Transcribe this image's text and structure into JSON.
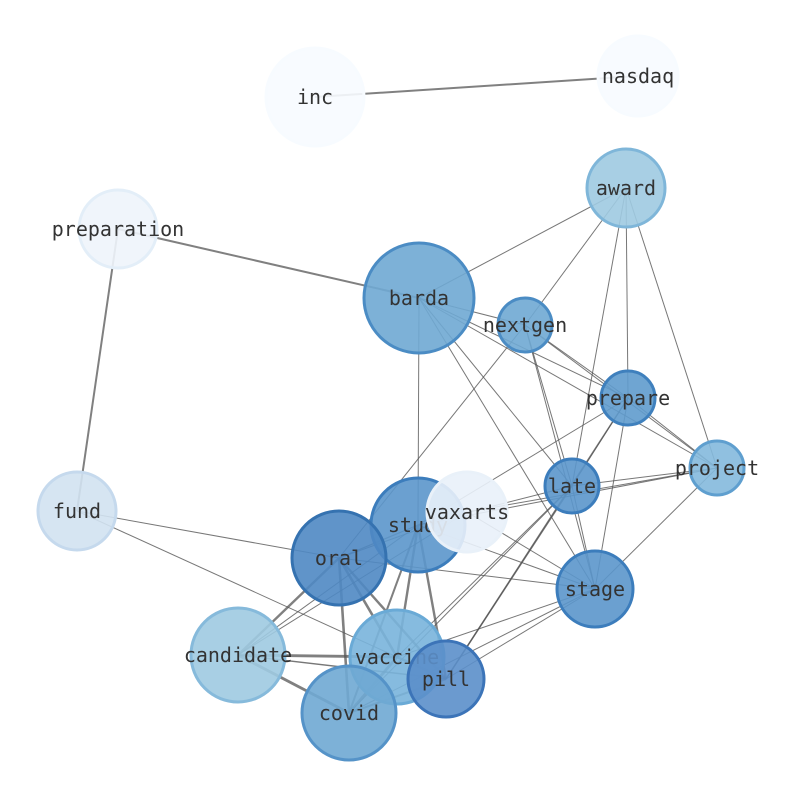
{
  "nodes": [
    {
      "id": "inc",
      "label": "inc",
      "fill": "#f7fbff",
      "stroke": "#f7fbff"
    },
    {
      "id": "nasdaq",
      "label": "nasdaq",
      "fill": "#f7fbff",
      "stroke": "#f7fbff"
    },
    {
      "id": "award",
      "label": "award",
      "fill": "#9ecae1",
      "stroke": "#7fb6d9"
    },
    {
      "id": "preparation",
      "label": "preparation",
      "fill": "#eef4fb",
      "stroke": "#e3eef8"
    },
    {
      "id": "barda",
      "label": "barda",
      "fill": "#6fa8d3",
      "stroke": "#4b8cc4"
    },
    {
      "id": "nextgen",
      "label": "nextgen",
      "fill": "#6fa8d3",
      "stroke": "#4b8cc4"
    },
    {
      "id": "prepare",
      "label": "prepare",
      "fill": "#5f9bcd",
      "stroke": "#3f80bd"
    },
    {
      "id": "project",
      "label": "project",
      "fill": "#84b9dd",
      "stroke": "#5f9fcf"
    },
    {
      "id": "late",
      "label": "late",
      "fill": "#5b96cb",
      "stroke": "#3c7dbc"
    },
    {
      "id": "fund",
      "label": "fund",
      "fill": "#d2e2f1",
      "stroke": "#c5d9ed"
    },
    {
      "id": "study",
      "label": "study",
      "fill": "#5b96cb",
      "stroke": "#3c7dbc"
    },
    {
      "id": "vaxarts",
      "label": "vaxarts",
      "fill": "#e9f1f9",
      "stroke": "#e9f1f9"
    },
    {
      "id": "oral",
      "label": "oral",
      "fill": "#4f88c3",
      "stroke": "#3572b0"
    },
    {
      "id": "stage",
      "label": "stage",
      "fill": "#5b96cb",
      "stroke": "#3c7dbc"
    },
    {
      "id": "candidate",
      "label": "candidate",
      "fill": "#9ecae1",
      "stroke": "#86badb"
    },
    {
      "id": "vaccine",
      "label": "vaccine",
      "fill": "#79b4dc",
      "stroke": "#6aaad6"
    },
    {
      "id": "pill",
      "label": "pill",
      "fill": "#5b8fca",
      "stroke": "#3c74b8"
    },
    {
      "id": "covid",
      "label": "covid",
      "fill": "#6fa8d3",
      "stroke": "#5593c8"
    }
  ],
  "edges": [
    [
      "inc",
      "nasdaq",
      2.0
    ],
    [
      "preparation",
      "barda",
      2.0
    ],
    [
      "preparation",
      "fund",
      2.0
    ],
    [
      "award",
      "barda",
      1.0
    ],
    [
      "award",
      "nextgen",
      1.0
    ],
    [
      "award",
      "prepare",
      1.0
    ],
    [
      "award",
      "project",
      1.0
    ],
    [
      "award",
      "late",
      1.0
    ],
    [
      "barda",
      "nextgen",
      1.0
    ],
    [
      "barda",
      "prepare",
      1.0
    ],
    [
      "barda",
      "project",
      1.0
    ],
    [
      "barda",
      "late",
      1.0
    ],
    [
      "barda",
      "stage",
      1.0
    ],
    [
      "barda",
      "study",
      1.0
    ],
    [
      "nextgen",
      "prepare",
      1.0
    ],
    [
      "nextgen",
      "project",
      1.0
    ],
    [
      "nextgen",
      "late",
      1.0
    ],
    [
      "nextgen",
      "stage",
      1.0
    ],
    [
      "nextgen",
      "oral",
      1.0
    ],
    [
      "prepare",
      "project",
      1.0
    ],
    [
      "prepare",
      "late",
      1.0
    ],
    [
      "prepare",
      "stage",
      1.0
    ],
    [
      "prepare",
      "study",
      1.0
    ],
    [
      "prepare",
      "pill",
      1.4
    ],
    [
      "project",
      "late",
      1.0
    ],
    [
      "project",
      "stage",
      1.0
    ],
    [
      "project",
      "study",
      1.0
    ],
    [
      "project",
      "vaxarts",
      1.0
    ],
    [
      "late",
      "study",
      1.0
    ],
    [
      "late",
      "stage",
      1.0
    ],
    [
      "late",
      "covid",
      1.0
    ],
    [
      "late",
      "pill",
      1.4
    ],
    [
      "late",
      "vaccine",
      1.0
    ],
    [
      "fund",
      "oral",
      1.0
    ],
    [
      "fund",
      "vaccine",
      1.0
    ],
    [
      "study",
      "oral",
      1.2
    ],
    [
      "study",
      "candidate",
      1.0
    ],
    [
      "study",
      "vaccine",
      2.4
    ],
    [
      "study",
      "covid",
      2.0
    ],
    [
      "study",
      "pill",
      2.4
    ],
    [
      "study",
      "stage",
      1.0
    ],
    [
      "vaxarts",
      "oral",
      1.0
    ],
    [
      "vaxarts",
      "stage",
      1.0
    ],
    [
      "vaxarts",
      "candidate",
      1.0
    ],
    [
      "oral",
      "candidate",
      2.4
    ],
    [
      "oral",
      "vaccine",
      2.6
    ],
    [
      "oral",
      "covid",
      2.6
    ],
    [
      "oral",
      "pill",
      2.4
    ],
    [
      "oral",
      "stage",
      1.0
    ],
    [
      "stage",
      "vaccine",
      1.0
    ],
    [
      "stage",
      "covid",
      1.0
    ],
    [
      "stage",
      "pill",
      1.0
    ],
    [
      "candidate",
      "vaccine",
      2.8
    ],
    [
      "candidate",
      "covid",
      2.8
    ],
    [
      "candidate",
      "pill",
      1.4
    ],
    [
      "vaccine",
      "covid",
      2.8
    ],
    [
      "vaccine",
      "pill",
      2.6
    ],
    [
      "covid",
      "pill",
      2.0
    ]
  ]
}
